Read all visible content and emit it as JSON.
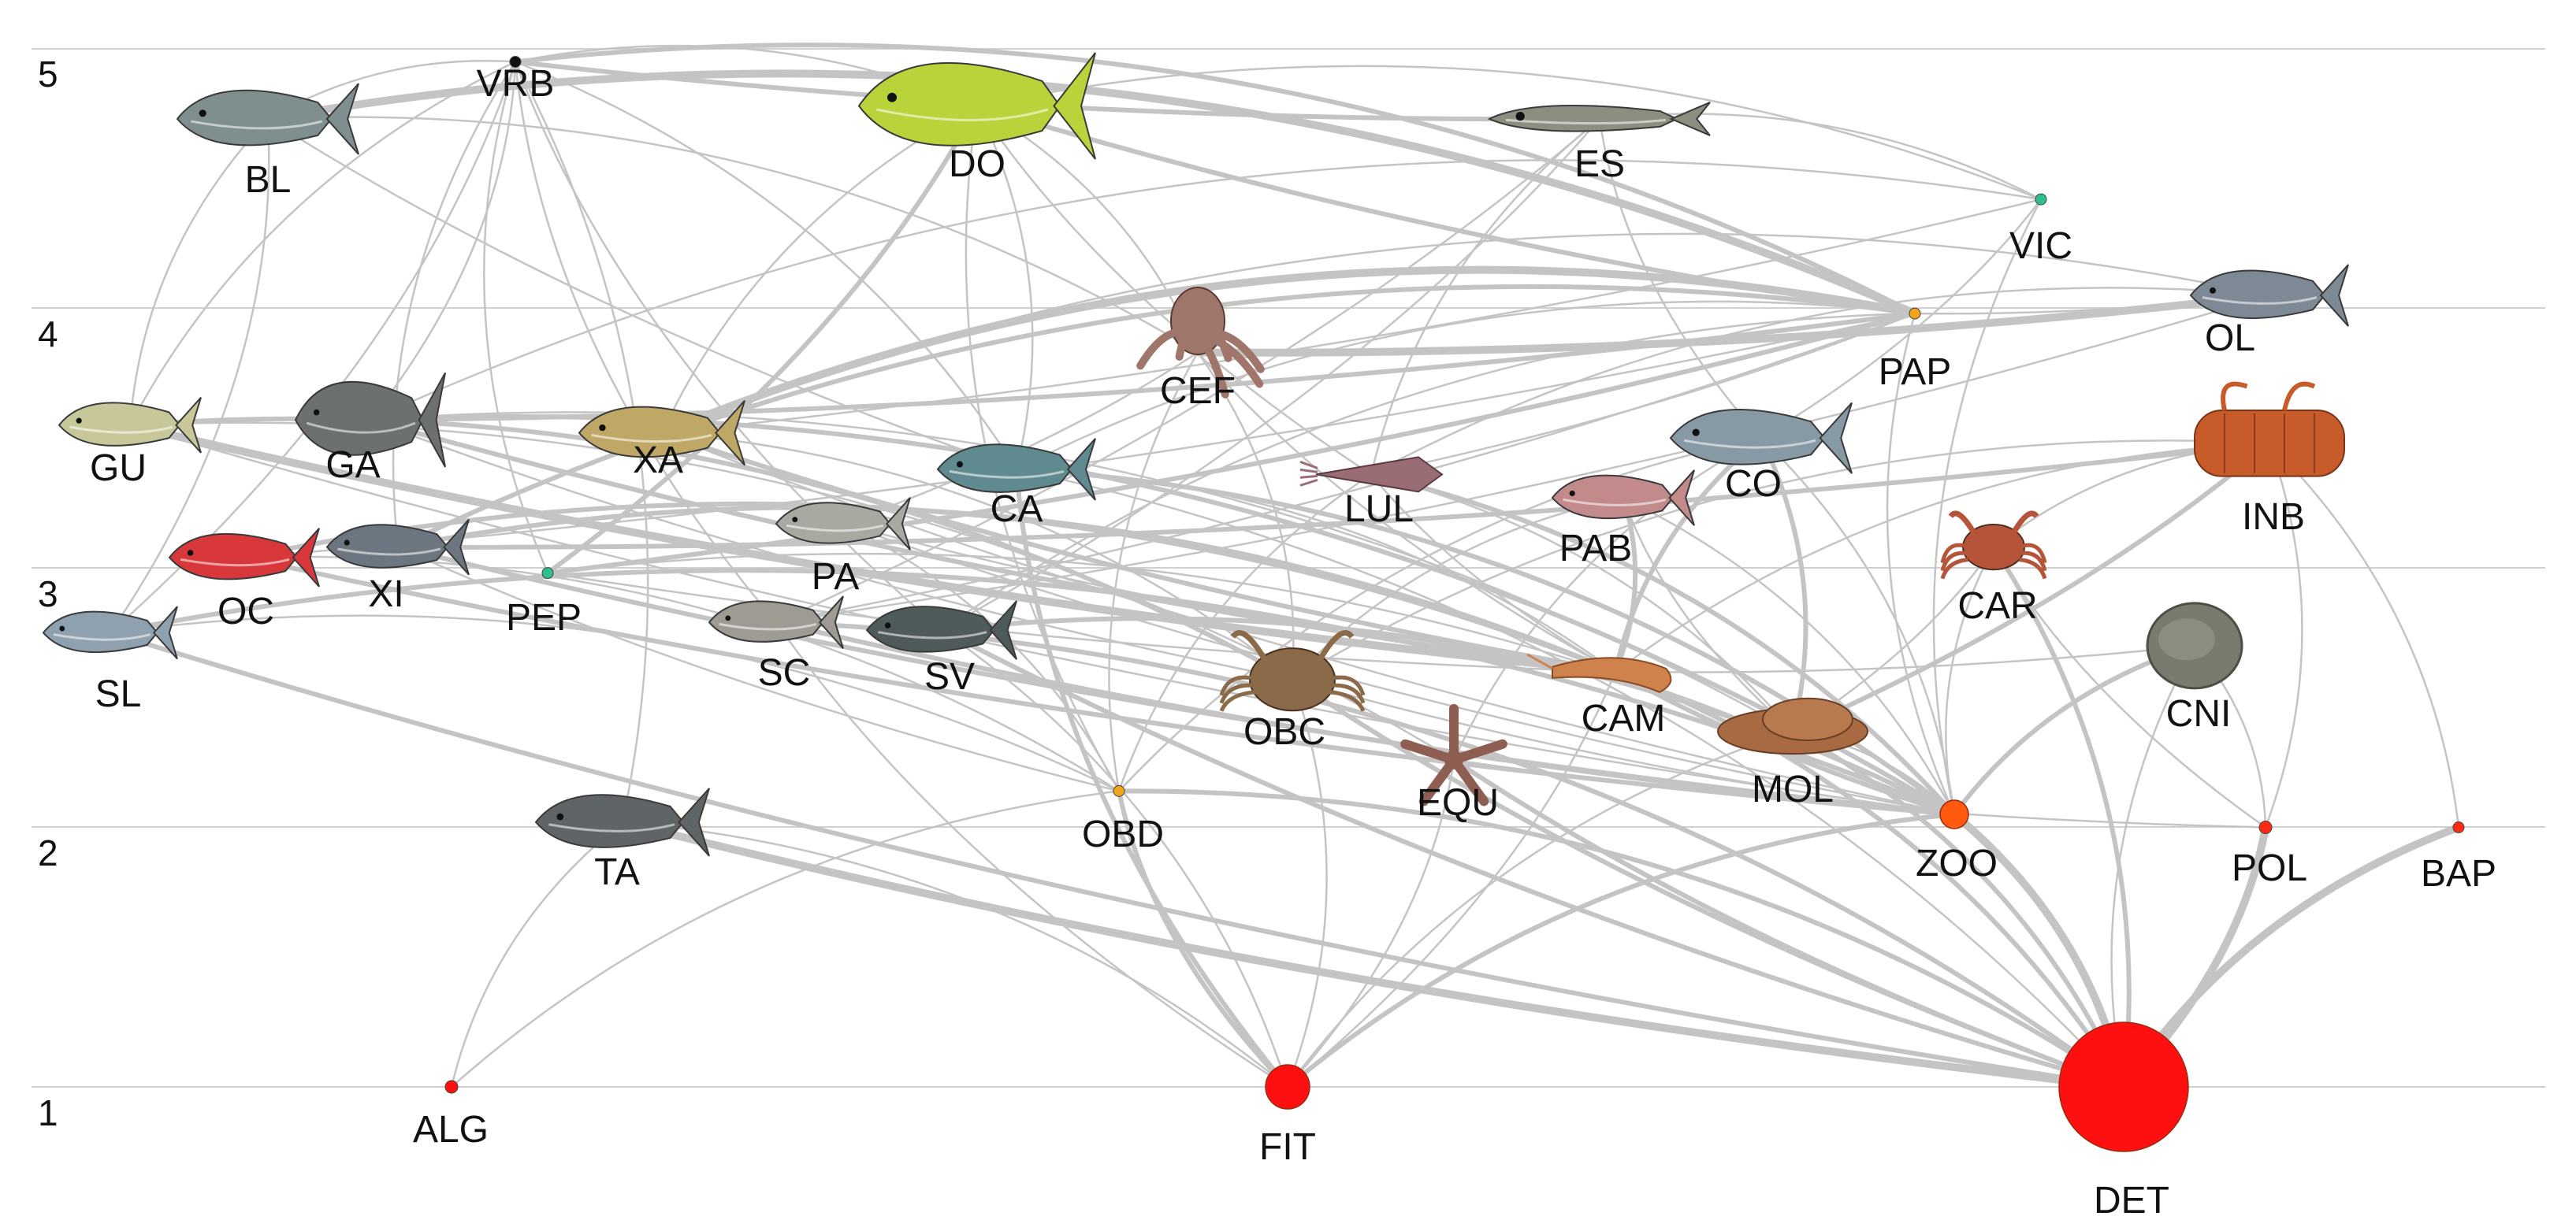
{
  "levels": [
    "5",
    "4",
    "3",
    "2",
    "1"
  ],
  "colors": {
    "edge": "#c4c4c4",
    "gridline": "#d0d0d0",
    "basal_red": "#ff1010",
    "zoo_orange": "#ff5a10",
    "mid_orange": "#f2a51a",
    "teal": "#2fbf8f",
    "black": "#111111"
  },
  "nodes": [
    {
      "id": "VRB",
      "label": "VRB",
      "level": 4.95,
      "kind": "dot",
      "color": "#111111",
      "icon": "dot-icon"
    },
    {
      "id": "BL",
      "label": "BL",
      "level": 4.73,
      "kind": "fish",
      "color": "#7f8f90",
      "icon": "tuna-icon"
    },
    {
      "id": "DO",
      "label": "DO",
      "level": 4.78,
      "kind": "fish",
      "color": "#b8d43a",
      "icon": "dolphinfish-icon"
    },
    {
      "id": "ES",
      "label": "ES",
      "level": 4.73,
      "kind": "fish",
      "color": "#8d8d80",
      "icon": "needlefish-icon"
    },
    {
      "id": "VIC",
      "label": "VIC",
      "level": 4.42,
      "kind": "dot",
      "color": "#2fbf8f",
      "icon": "dot-icon"
    },
    {
      "id": "OL",
      "label": "OL",
      "level": 4.05,
      "kind": "fish",
      "color": "#7d8a96",
      "icon": "mackerel-icon"
    },
    {
      "id": "CEF",
      "label": "CEF",
      "level": 3.83,
      "kind": "octopus",
      "color": "#a0766a",
      "icon": "octopus-icon"
    },
    {
      "id": "PAP",
      "label": "PAP",
      "level": 3.98,
      "kind": "dot",
      "color": "#f2a51a",
      "icon": "dot-icon"
    },
    {
      "id": "GU",
      "label": "GU",
      "level": 3.55,
      "kind": "fish",
      "color": "#c8c79a",
      "icon": "fish-icon"
    },
    {
      "id": "GA",
      "label": "GA",
      "level": 3.57,
      "kind": "fish",
      "color": "#6d7070",
      "icon": "moonfish-icon"
    },
    {
      "id": "XA",
      "label": "XA",
      "level": 3.52,
      "kind": "fish",
      "color": "#bfa866",
      "icon": "jack-icon"
    },
    {
      "id": "CA",
      "label": "CA",
      "level": 3.38,
      "kind": "fish",
      "color": "#5f8a8f",
      "icon": "sardine-icon"
    },
    {
      "id": "LUL",
      "label": "LUL",
      "level": 3.36,
      "kind": "squid",
      "color": "#9a6d75",
      "icon": "squid-icon"
    },
    {
      "id": "CO",
      "label": "CO",
      "level": 3.5,
      "kind": "fish",
      "color": "#8899a6",
      "icon": "grouper-icon"
    },
    {
      "id": "INB",
      "label": "INB",
      "level": 3.48,
      "kind": "lobster",
      "color": "#c75b2a",
      "icon": "lobster-icon"
    },
    {
      "id": "PA",
      "label": "PA",
      "level": 3.17,
      "kind": "fish",
      "color": "#a8aaa2",
      "icon": "pompano-icon"
    },
    {
      "id": "PAB",
      "label": "PAB",
      "level": 3.27,
      "kind": "fish",
      "color": "#c28a8a",
      "icon": "snapper-icon"
    },
    {
      "id": "OC",
      "label": "OC",
      "level": 3.04,
      "kind": "fish",
      "color": "#d9383a",
      "icon": "red-fish-icon"
    },
    {
      "id": "XI",
      "label": "XI",
      "level": 3.08,
      "kind": "fish",
      "color": "#6c7680",
      "icon": "fish-icon"
    },
    {
      "id": "PEP",
      "label": "PEP",
      "level": 2.98,
      "kind": "dot",
      "color": "#2fbf8f",
      "icon": "dot-icon"
    },
    {
      "id": "CAR",
      "label": "CAR",
      "level": 3.08,
      "kind": "crab",
      "color": "#b6543a",
      "icon": "crab-icon"
    },
    {
      "id": "SL",
      "label": "SL",
      "level": 2.75,
      "kind": "fish",
      "color": "#8fa0ae",
      "icon": "fish-icon"
    },
    {
      "id": "SC",
      "label": "SC",
      "level": 2.79,
      "kind": "fish",
      "color": "#9f9a92",
      "icon": "fish-icon"
    },
    {
      "id": "SV",
      "label": "SV",
      "level": 2.76,
      "kind": "fish",
      "color": "#4f5a5c",
      "icon": "fish-icon"
    },
    {
      "id": "OBC",
      "label": "OBC",
      "level": 2.57,
      "kind": "crab",
      "color": "#8a6a48",
      "icon": "crab-icon"
    },
    {
      "id": "CAM",
      "label": "CAM",
      "level": 2.6,
      "kind": "shrimp",
      "color": "#d0824c",
      "icon": "shrimp-icon"
    },
    {
      "id": "CNI",
      "label": "CNI",
      "level": 2.7,
      "kind": "jelly",
      "color": "#7a7a6e",
      "icon": "cnidarian-icon"
    },
    {
      "id": "EQU",
      "label": "EQU",
      "level": 2.26,
      "kind": "star",
      "color": "#8f5e52",
      "icon": "starfish-icon"
    },
    {
      "id": "MOL",
      "label": "MOL",
      "level": 2.37,
      "kind": "snail",
      "color": "#a86a43",
      "icon": "mollusc-icon"
    },
    {
      "id": "OBD",
      "label": "OBD",
      "level": 2.14,
      "kind": "dot",
      "color": "#f2a51a",
      "icon": "dot-icon"
    },
    {
      "id": "TA",
      "label": "TA",
      "level": 2.02,
      "kind": "fish",
      "color": "#5f6466",
      "icon": "mullet-icon"
    },
    {
      "id": "ZOO",
      "label": "ZOO",
      "level": 2.05,
      "kind": "dot",
      "color": "#ff5a10",
      "icon": "dot-icon"
    },
    {
      "id": "POL",
      "label": "POL",
      "level": 2.0,
      "kind": "dot",
      "color": "#ff2a10",
      "icon": "dot-icon"
    },
    {
      "id": "BAP",
      "label": "BAP",
      "level": 2.0,
      "kind": "dot",
      "color": "#ff2a10",
      "icon": "dot-icon"
    },
    {
      "id": "ALG",
      "label": "ALG",
      "level": 1.0,
      "kind": "dot",
      "color": "#ff1010",
      "icon": "dot-icon"
    },
    {
      "id": "FIT",
      "label": "FIT",
      "level": 1.0,
      "kind": "dot",
      "color": "#ff1010",
      "icon": "dot-icon"
    },
    {
      "id": "DET",
      "label": "DET",
      "level": 1.0,
      "kind": "dot",
      "color": "#ff1010",
      "icon": "dot-icon"
    }
  ],
  "links": [
    [
      "VRB",
      "BL",
      1
    ],
    [
      "VRB",
      "DO",
      1
    ],
    [
      "VRB",
      "ES",
      2
    ],
    [
      "VRB",
      "PAP",
      2
    ],
    [
      "VRB",
      "GU",
      1
    ],
    [
      "VRB",
      "GA",
      1
    ],
    [
      "VRB",
      "XI",
      1
    ],
    [
      "VRB",
      "SL",
      1
    ],
    [
      "VRB",
      "PEP",
      1
    ],
    [
      "VRB",
      "TA",
      1
    ],
    [
      "VRB",
      "SV",
      1
    ],
    [
      "VRB",
      "CA",
      1
    ],
    [
      "VRB",
      "SC",
      1
    ],
    [
      "BL",
      "PAP",
      3
    ],
    [
      "BL",
      "CA",
      1
    ],
    [
      "BL",
      "SL",
      1
    ],
    [
      "BL",
      "GU",
      1
    ],
    [
      "BL",
      "CEF",
      1
    ],
    [
      "DO",
      "PAP",
      2
    ],
    [
      "DO",
      "CA",
      1
    ],
    [
      "DO",
      "XA",
      1
    ],
    [
      "DO",
      "CEF",
      1
    ],
    [
      "DO",
      "OBD",
      1
    ],
    [
      "DO",
      "PEP",
      2
    ],
    [
      "DO",
      "LUL",
      1
    ],
    [
      "ES",
      "VIC",
      1
    ],
    [
      "ES",
      "CO",
      1
    ],
    [
      "ES",
      "SV",
      1
    ],
    [
      "ES",
      "LUL",
      1
    ],
    [
      "ES",
      "SC",
      1
    ],
    [
      "VIC",
      "GA",
      1
    ],
    [
      "VIC",
      "XA",
      1
    ],
    [
      "VIC",
      "DO",
      1
    ],
    [
      "VIC",
      "CO",
      1
    ],
    [
      "VIC",
      "ZOO",
      1
    ],
    [
      "OL",
      "CEF",
      3
    ],
    [
      "OL",
      "XA",
      1
    ],
    [
      "OL",
      "PAP",
      1
    ],
    [
      "OL",
      "LUL",
      1
    ],
    [
      "OL",
      "SC",
      1
    ],
    [
      "CEF",
      "OBD",
      1
    ],
    [
      "CEF",
      "OBC",
      1
    ],
    [
      "CEF",
      "CAM",
      1
    ],
    [
      "CEF",
      "PA",
      1
    ],
    [
      "PAP",
      "XA",
      3
    ],
    [
      "PAP",
      "GA",
      2
    ],
    [
      "PAP",
      "XI",
      2
    ],
    [
      "PAP",
      "PEP",
      2
    ],
    [
      "PAP",
      "CA",
      1
    ],
    [
      "PAP",
      "SC",
      1
    ],
    [
      "PAP",
      "SV",
      1
    ],
    [
      "PAP",
      "LUL",
      1
    ],
    [
      "PAP",
      "ZOO",
      1
    ],
    [
      "PAP",
      "OC",
      1
    ],
    [
      "GU",
      "CAM",
      3
    ],
    [
      "GU",
      "OBC",
      2
    ],
    [
      "GU",
      "ZOO",
      1
    ],
    [
      "GU",
      "EQU",
      1
    ],
    [
      "GA",
      "CAM",
      2
    ],
    [
      "GA",
      "ZOO",
      2
    ],
    [
      "GA",
      "OBC",
      1
    ],
    [
      "GA",
      "MOL",
      1
    ],
    [
      "XA",
      "CAM",
      2
    ],
    [
      "XA",
      "OBC",
      1
    ],
    [
      "XA",
      "ZOO",
      1
    ],
    [
      "CA",
      "ZOO",
      2
    ],
    [
      "CA",
      "FIT",
      2
    ],
    [
      "CA",
      "DET",
      1
    ],
    [
      "LUL",
      "CAM",
      1
    ],
    [
      "LUL",
      "ZOO",
      2
    ],
    [
      "LUL",
      "OBD",
      1
    ],
    [
      "LUL",
      "MOL",
      1
    ],
    [
      "CO",
      "CAM",
      2
    ],
    [
      "CO",
      "MOL",
      2
    ],
    [
      "CO",
      "EQU",
      1
    ],
    [
      "CO",
      "ZOO",
      1
    ],
    [
      "CO",
      "OBD",
      1
    ],
    [
      "INB",
      "MOL",
      2
    ],
    [
      "INB",
      "CAR",
      1
    ],
    [
      "INB",
      "POL",
      1
    ],
    [
      "INB",
      "OBC",
      1
    ],
    [
      "INB",
      "BAP",
      1
    ],
    [
      "INB",
      "CAM",
      1
    ],
    [
      "INB",
      "XI",
      2
    ],
    [
      "PA",
      "ZOO",
      1
    ],
    [
      "PA",
      "OBD",
      1
    ],
    [
      "PA",
      "CAM",
      1
    ],
    [
      "PAB",
      "CAM",
      2
    ],
    [
      "PAB",
      "MOL",
      1
    ],
    [
      "PAB",
      "ZOO",
      1
    ],
    [
      "PAB",
      "OBC",
      1
    ],
    [
      "OC",
      "CAM",
      2
    ],
    [
      "OC",
      "ZOO",
      2
    ],
    [
      "OC",
      "OBD",
      1
    ],
    [
      "XI",
      "ZOO",
      2
    ],
    [
      "XI",
      "CAM",
      2
    ],
    [
      "XI",
      "OBD",
      1
    ],
    [
      "PEP",
      "ZOO",
      1
    ],
    [
      "PEP",
      "CAM",
      1
    ],
    [
      "CAR",
      "DET",
      2
    ],
    [
      "CAR",
      "POL",
      1
    ],
    [
      "CAR",
      "MOL",
      1
    ],
    [
      "CAR",
      "ZOO",
      1
    ],
    [
      "SL",
      "ZOO",
      2
    ],
    [
      "SL",
      "DET",
      2
    ],
    [
      "SL",
      "OBD",
      1
    ],
    [
      "SC",
      "ZOO",
      2
    ],
    [
      "SC",
      "DET",
      2
    ],
    [
      "SC",
      "FIT",
      1
    ],
    [
      "SV",
      "ZOO",
      2
    ],
    [
      "SV",
      "DET",
      2
    ],
    [
      "SV",
      "FIT",
      1
    ],
    [
      "OBC",
      "DET",
      2
    ],
    [
      "OBC",
      "FIT",
      1
    ],
    [
      "OBC",
      "ZOO",
      1
    ],
    [
      "CAM",
      "DET",
      2
    ],
    [
      "CAM",
      "ZOO",
      2
    ],
    [
      "CAM",
      "FIT",
      1
    ],
    [
      "CNI",
      "ZOO",
      2
    ],
    [
      "CNI",
      "POL",
      1
    ],
    [
      "CNI",
      "DET",
      1
    ],
    [
      "CNI",
      "CAM",
      1
    ],
    [
      "EQU",
      "DET",
      2
    ],
    [
      "EQU",
      "FIT",
      1
    ],
    [
      "EQU",
      "POL",
      1
    ],
    [
      "MOL",
      "DET",
      2
    ],
    [
      "MOL",
      "FIT",
      1
    ],
    [
      "MOL",
      "ZOO",
      1
    ],
    [
      "OBD",
      "FIT",
      2
    ],
    [
      "OBD",
      "DET",
      2
    ],
    [
      "TA",
      "DET",
      3
    ],
    [
      "TA",
      "FIT",
      1
    ],
    [
      "TA",
      "ALG",
      1
    ],
    [
      "ZOO",
      "DET",
      3
    ],
    [
      "ZOO",
      "FIT",
      2
    ],
    [
      "POL",
      "DET",
      3
    ],
    [
      "BAP",
      "DET",
      3
    ],
    [
      "CA",
      "CAM",
      1
    ],
    [
      "OBD",
      "ALG",
      1
    ]
  ]
}
